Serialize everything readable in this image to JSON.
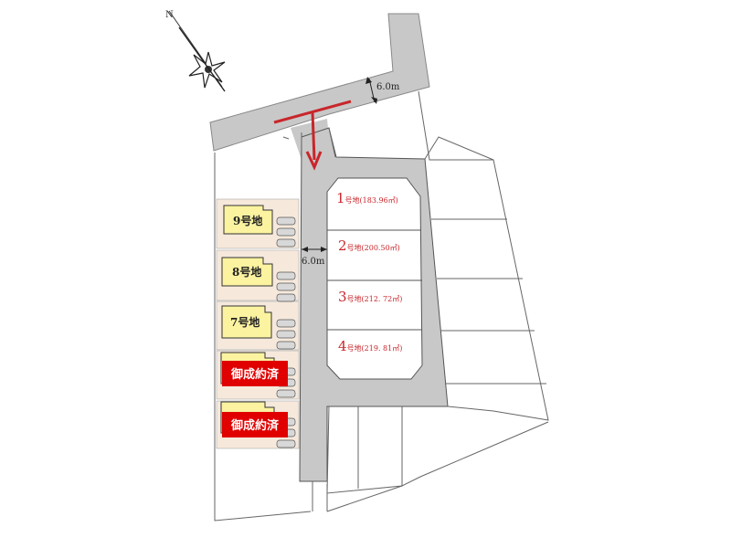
{
  "map": {
    "road_width_top": "6.0m",
    "road_width_left": "6.0m",
    "north_marker": "N"
  },
  "lots": [
    {
      "number": "1",
      "suffix": "号地(183.96㎡)"
    },
    {
      "number": "2",
      "suffix": "号地(200.50㎡)"
    },
    {
      "number": "3",
      "suffix": "号地(212. 72㎡)"
    },
    {
      "number": "4",
      "suffix": "号地(219. 81㎡)"
    }
  ],
  "houses": [
    {
      "label": "9号地",
      "status": ""
    },
    {
      "label": "8号地",
      "status": ""
    },
    {
      "label": "7号地",
      "status": ""
    },
    {
      "label": "",
      "status": "御成約済"
    },
    {
      "label": "",
      "status": "御成約済"
    }
  ],
  "colors": {
    "road": "#c8c8c8",
    "arrow": "#c8262b",
    "lot_text": "#c8262b",
    "house": "#fbf3a0",
    "house_lot": "#f6e9dc",
    "sold_badge": "#e00000",
    "lines": "#555555"
  }
}
